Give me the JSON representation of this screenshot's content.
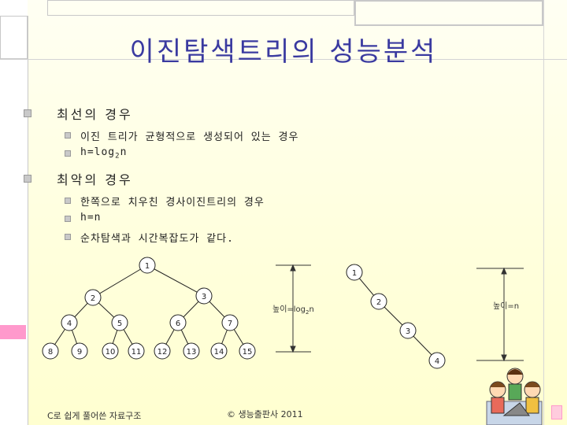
{
  "slide": {
    "title": "이진탐색트리의 성능분석",
    "bullets": [
      {
        "text": "최선의 경우",
        "sub": [
          {
            "text": "이진 트리가 균형적으로 생성되어 있는 경우"
          },
          {
            "prefix": "h=log",
            "subscript": "2",
            "suffix": "n"
          }
        ]
      },
      {
        "text": "최악의 경우",
        "sub": [
          {
            "text": "한쪽으로 치우친 경사이진트리의 경우"
          },
          {
            "text": "h=n"
          },
          {
            "text": "순차탐색과 시간복잡도가 같다."
          }
        ]
      }
    ]
  },
  "diagrams": {
    "balanced_tree": {
      "nodes": [
        "1",
        "2",
        "3",
        "4",
        "5",
        "6",
        "7",
        "8",
        "9",
        "10",
        "11",
        "12",
        "13",
        "14",
        "15"
      ],
      "height_label_prefix": "높이=log",
      "height_label_sub": "2",
      "height_label_suffix": "n"
    },
    "skewed_tree": {
      "nodes": [
        "1",
        "2",
        "3",
        "4"
      ],
      "height_label": "높이=n"
    }
  },
  "footer": {
    "left": "C로 쉽게 풀어쓴 자료구조",
    "center": "© 생능출판사 2011"
  },
  "colors": {
    "title": "#3a3aa0",
    "background": "#ffffdc",
    "deco_line": "#c8c8c8",
    "deco_pink": "#ff99cc"
  }
}
